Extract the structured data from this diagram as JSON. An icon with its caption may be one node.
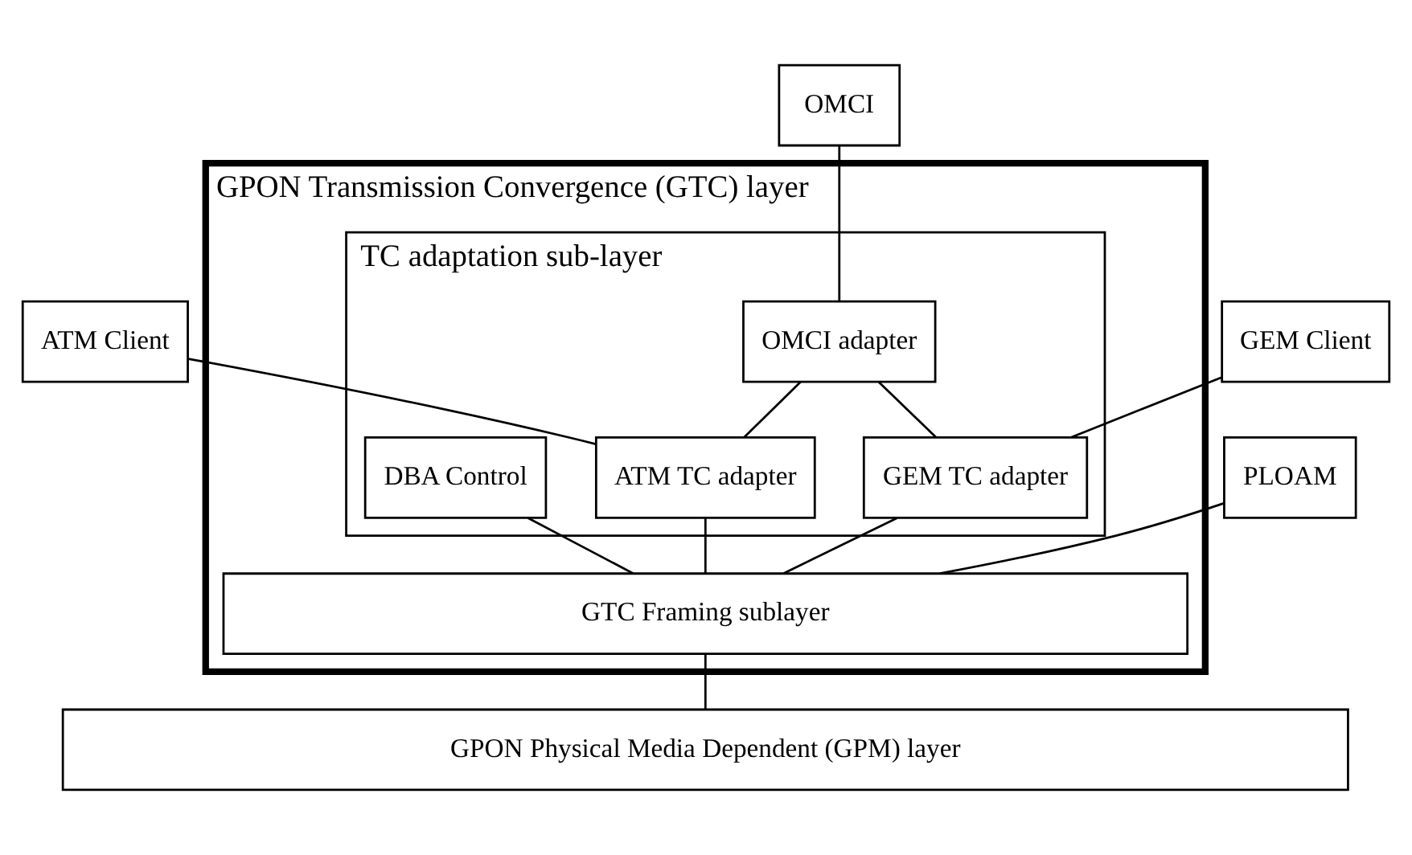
{
  "diagram": {
    "nodes": [
      {
        "text": [
          "ATM Client"
        ]
      },
      {
        "text": [
          "OMCI"
        ]
      },
      {
        "text": [
          "GEM Client"
        ]
      },
      {
        "text": [
          "PLOAM"
        ]
      },
      {
        "text": [
          "GPON Transmission Convergence (GTC) layer"
        ]
      },
      {
        "text": [
          "TC adaptation sub-layer"
        ],
        "in": 4
      },
      {
        "text": [
          "OMCI adapter"
        ],
        "in": 5
      },
      {
        "text": [
          "ATM TC adapter"
        ],
        "in": 5
      },
      {
        "text": [
          "GEM TC adapter"
        ],
        "in": 5
      },
      {
        "text": [
          "DBA Control"
        ],
        "in": 5
      },
      {
        "text": [
          "GTC Framing sublayer"
        ],
        "in": 4
      },
      {
        "text": [
          "GPON Physical Media Dependent (GPM) layer"
        ]
      }
    ],
    "edges": [
      {
        "from": 0,
        "to": 7,
        "arrow": "none"
      },
      {
        "from": 1,
        "to": 6,
        "arrow": "none"
      },
      {
        "from": 2,
        "to": 8,
        "arrow": "none"
      },
      {
        "from": 3,
        "to": 10,
        "arrow": "none"
      },
      {
        "from": 6,
        "to": 7,
        "arrow": "none"
      },
      {
        "from": 6,
        "to": 8,
        "arrow": "none"
      },
      {
        "from": 7,
        "to": 10,
        "arrow": "none"
      },
      {
        "from": 8,
        "to": 10,
        "arrow": "none"
      },
      {
        "from": 9,
        "to": 10,
        "arrow": "none"
      },
      {
        "from": 10,
        "to": 11,
        "arrow": "none"
      }
    ]
  }
}
